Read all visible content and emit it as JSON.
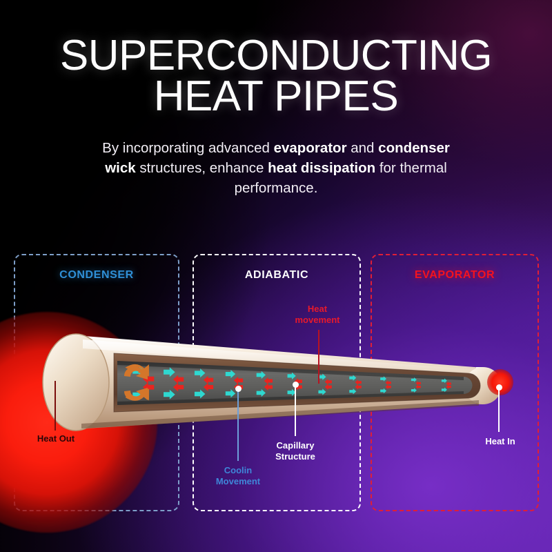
{
  "header": {
    "title_line1": "SUPERCONDUCTING",
    "title_line2": "HEAT PIPES",
    "subtitle_parts": [
      {
        "text": "By incorporating advanced ",
        "bold": false
      },
      {
        "text": "evaporator",
        "bold": true
      },
      {
        "text": " and ",
        "bold": false
      },
      {
        "text": "condenser wick",
        "bold": true
      },
      {
        "text": " structures, enhance ",
        "bold": false
      },
      {
        "text": "heat dissipation",
        "bold": true
      },
      {
        "text": " for thermal performance.",
        "bold": false
      }
    ],
    "subtitle_plain": "By incorporating advanced evaporator and condenser wick structures, enhance heat dissipation for thermal performance."
  },
  "zones": [
    {
      "id": "condenser",
      "label": "CONDENSER",
      "color": "#2f8fd6",
      "border_color": "#7e9fc9"
    },
    {
      "id": "adiabatic",
      "label": "ADIABATIC",
      "color": "#ffffff",
      "border_color": "#ffffff"
    },
    {
      "id": "evaporator",
      "label": "EVAPORATOR",
      "color": "#f4121f",
      "border_color": "#e01e37"
    }
  ],
  "callouts": [
    {
      "id": "heat-movement",
      "line1": "Heat",
      "line2": "movement",
      "color": "#e8192b"
    },
    {
      "id": "capillary",
      "line1": "Capillary",
      "line2": "Structure",
      "color": "#ffffff"
    },
    {
      "id": "coolin",
      "line1": "Coolin",
      "line2": "Movement",
      "color": "#3f86d8"
    },
    {
      "id": "heat-out",
      "line1": "Heat Out",
      "line2": "",
      "color": "#2a0608"
    },
    {
      "id": "heat-in",
      "line1": "Heat In",
      "line2": "",
      "color": "#ffffff"
    }
  ],
  "diagram": {
    "vapor_arrow_color": "#2fd8d0",
    "liquid_arrow_color": "#e8241f",
    "return_arrow_color": "#d4762a",
    "wick_color": "#6b4a37",
    "core_color": "#5d5d5d",
    "shell_color": "#efe3d4",
    "vapor_arrow_direction": "right",
    "liquid_arrow_direction": "left",
    "vapor_arrow_count": 22,
    "liquid_arrow_count": 16,
    "return_arrow_count": 2,
    "hot_end": "right",
    "cold_end": "left"
  },
  "colors": {
    "background_top_left": "#000000",
    "background_top_right": "#2a0a22",
    "background_bottom_right": "#6527b0",
    "heat_red": "#f51608",
    "accent_blue": "#2f8fd6",
    "accent_cyan": "#2fd8d0"
  }
}
